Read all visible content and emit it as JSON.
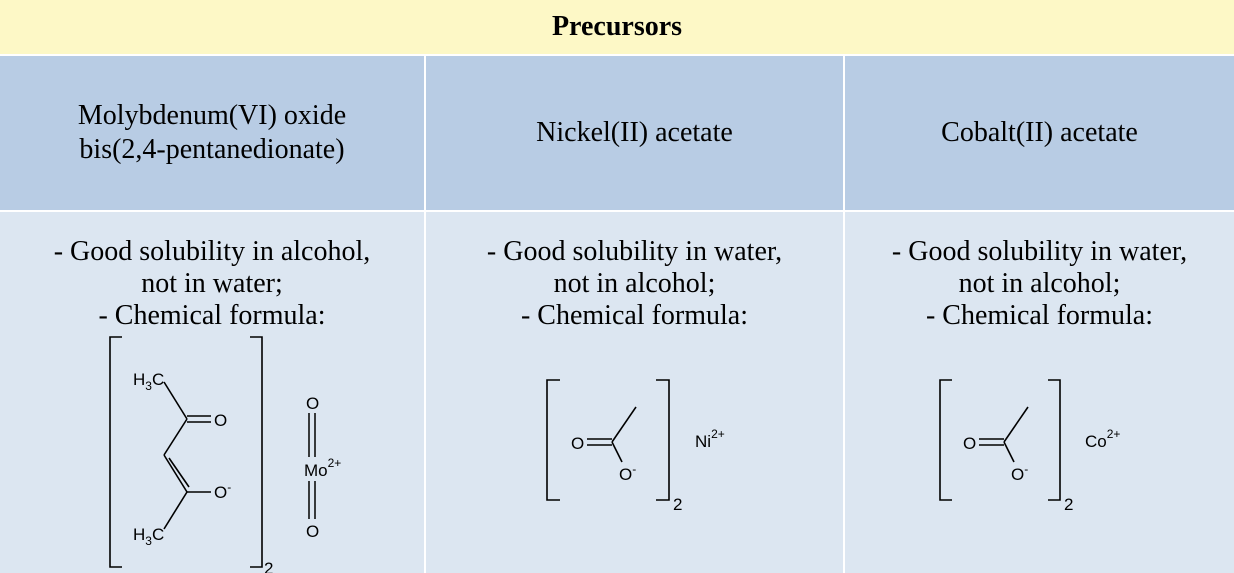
{
  "table": {
    "title": "Precursors",
    "columns": [
      {
        "header": "Molybdenum(VI) oxide\nbis(2,4-pentanedionate)",
        "lines": [
          "- Good solubility in alcohol,",
          "not in water;",
          "- Chemical formula:"
        ]
      },
      {
        "header": "Nickel(II) acetate",
        "lines": [
          "- Good solubility in water,",
          "not in alcohol;",
          "- Chemical formula:"
        ]
      },
      {
        "header": "Cobalt(II) acetate",
        "lines": [
          "- Good solubility in water,",
          "not in alcohol;",
          "- Chemical formula:"
        ]
      }
    ]
  },
  "formulas": {
    "mo": {
      "h3c_top": "H3C",
      "o_double": "O",
      "o_minus": "O",
      "h3c_bottom": "H3C",
      "subscript": "2",
      "mo_o_top": "O",
      "mo": "Mo",
      "mo_charge": "2+",
      "mo_o_bottom": "O"
    },
    "ni": {
      "o_double": "O",
      "o_minus": "O",
      "subscript": "2",
      "metal": "Ni",
      "charge": "2+"
    },
    "co": {
      "o_double": "O",
      "o_minus": "O",
      "subscript": "2",
      "metal": "Co",
      "charge": "2+"
    }
  }
}
